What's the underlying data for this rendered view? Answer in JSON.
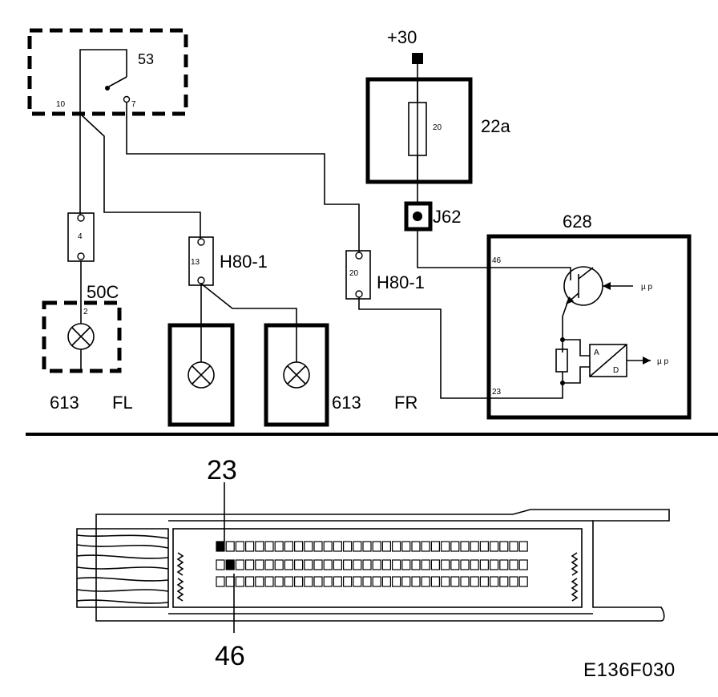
{
  "components": {
    "switch": {
      "ref": "53",
      "pin_left": "10",
      "pin_right": "7"
    },
    "supply": {
      "label": "+30"
    },
    "fuse_box": {
      "ref": "22a",
      "fuse_number": "20"
    },
    "junction": {
      "ref": "J62"
    },
    "control_module": {
      "ref": "628",
      "pin_top": "46",
      "pin_bottom": "23",
      "out_top": "µ p",
      "out_bottom": "µ p",
      "adc_a": "A",
      "adc_d": "D"
    },
    "connector_4": {
      "pin": "4"
    },
    "connector_13": {
      "pin": "13",
      "ref": "H80-1"
    },
    "connector_20": {
      "pin": "20",
      "ref": "H80-1"
    },
    "lamp_50c": {
      "ref": "50C",
      "pin": "2"
    },
    "lamp_fl": {
      "ref": "613",
      "side": "FL"
    },
    "lamp_fr": {
      "ref": "613",
      "side": "FR"
    }
  },
  "connector_view": {
    "pin_top_label": "23",
    "pin_bottom_label": "46"
  },
  "figure_code": "E136F030"
}
